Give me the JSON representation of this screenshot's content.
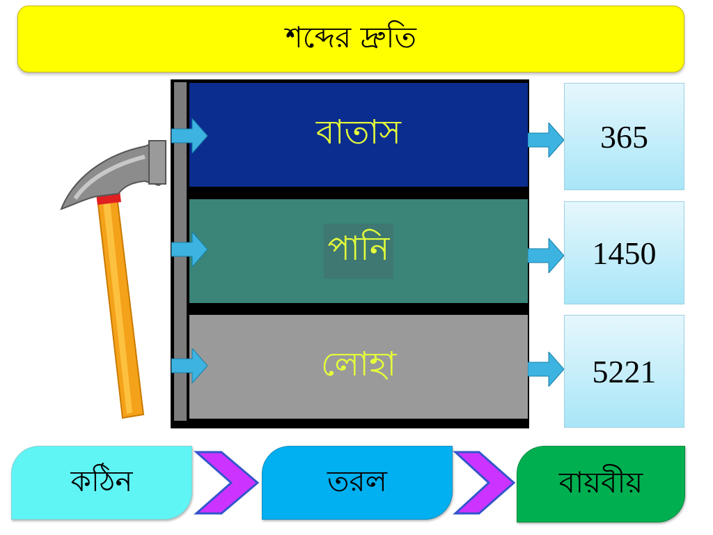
{
  "title": "শব্দের দ্রুতি",
  "media": [
    {
      "name": "বাতাস",
      "speed": "365",
      "color": "#0b2d8f"
    },
    {
      "name": "পানি",
      "speed": "1450",
      "color": "#3a8478"
    },
    {
      "name": "লোহা",
      "speed": "5221",
      "color": "#9a9a9a"
    }
  ],
  "states": [
    {
      "label": "কঠিন",
      "color": "#60f5f5"
    },
    {
      "label": "তরল",
      "color": "#00b0f0"
    },
    {
      "label": "বায়বীয়",
      "color": "#00b050"
    }
  ],
  "icons": [
    "hammer-icon",
    "right-arrow-icon",
    "chevron-right-icon"
  ]
}
